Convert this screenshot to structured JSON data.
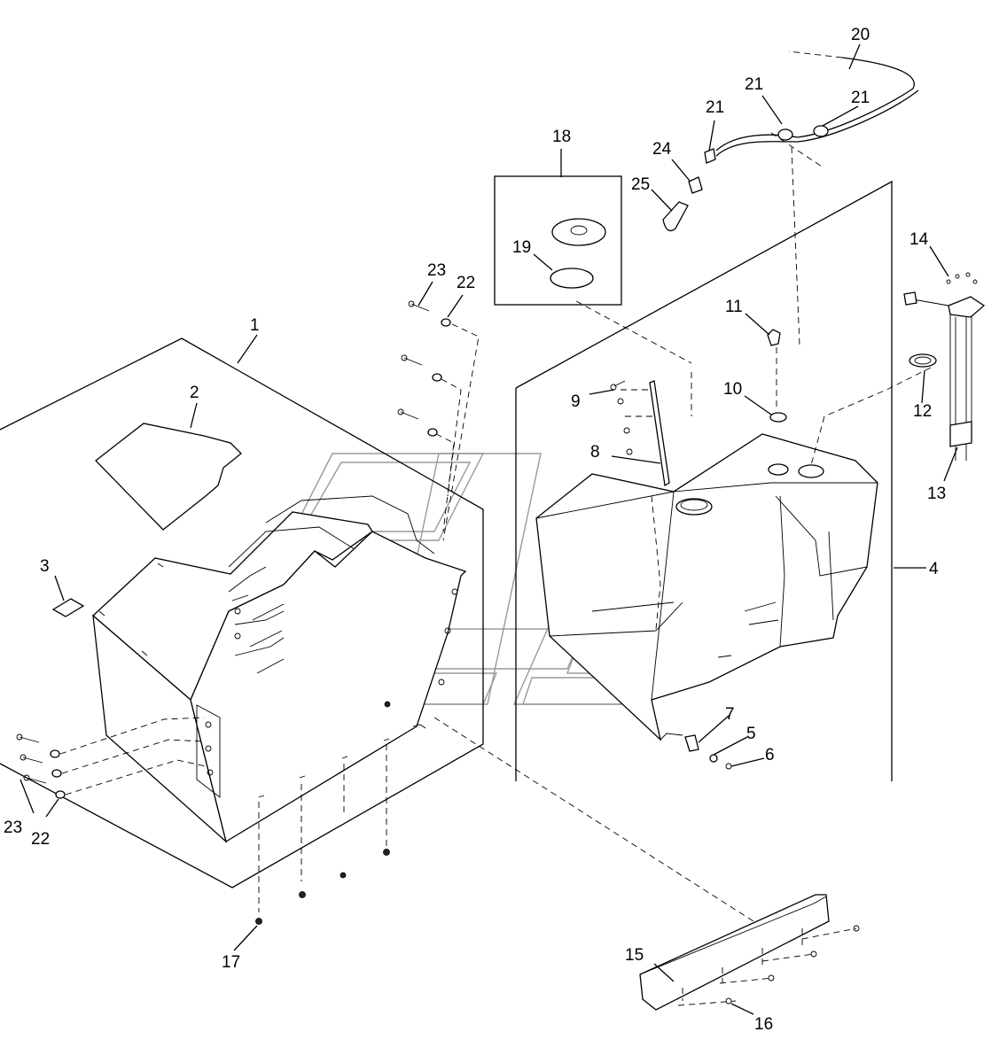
{
  "callouts": [
    {
      "id": "c1",
      "text": "1"
    },
    {
      "id": "c2",
      "text": "2"
    },
    {
      "id": "c3",
      "text": "3"
    },
    {
      "id": "c4",
      "text": "4"
    },
    {
      "id": "c5",
      "text": "5"
    },
    {
      "id": "c6",
      "text": "6"
    },
    {
      "id": "c7",
      "text": "7"
    },
    {
      "id": "c8",
      "text": "8"
    },
    {
      "id": "c9",
      "text": "9"
    },
    {
      "id": "c10",
      "text": "10"
    },
    {
      "id": "c11",
      "text": "11"
    },
    {
      "id": "c12",
      "text": "12"
    },
    {
      "id": "c13",
      "text": "13"
    },
    {
      "id": "c14",
      "text": "14"
    },
    {
      "id": "c15",
      "text": "15"
    },
    {
      "id": "c16",
      "text": "16"
    },
    {
      "id": "c17",
      "text": "17"
    },
    {
      "id": "c18",
      "text": "18"
    },
    {
      "id": "c19",
      "text": "19"
    },
    {
      "id": "c20",
      "text": "20"
    },
    {
      "id": "c21a",
      "text": "21"
    },
    {
      "id": "c21b",
      "text": "21"
    },
    {
      "id": "c21c",
      "text": "21"
    },
    {
      "id": "c22a",
      "text": "22"
    },
    {
      "id": "c22b",
      "text": "22"
    },
    {
      "id": "c23a",
      "text": "23"
    },
    {
      "id": "c23b",
      "text": "23"
    },
    {
      "id": "c24",
      "text": "24"
    },
    {
      "id": "c25",
      "text": "25"
    }
  ]
}
